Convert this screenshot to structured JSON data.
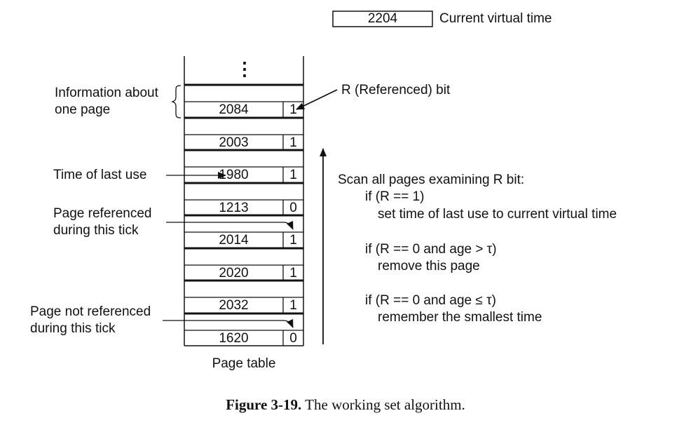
{
  "current_time": {
    "value": "2204",
    "label": "Current virtual time"
  },
  "page_table": {
    "ellipsis": "⋮",
    "rows": [
      {
        "time": "2084",
        "r": "1"
      },
      {
        "time": "2003",
        "r": "1"
      },
      {
        "time": "1980",
        "r": "1"
      },
      {
        "time": "1213",
        "r": "0"
      },
      {
        "time": "2014",
        "r": "1"
      },
      {
        "time": "2020",
        "r": "1"
      },
      {
        "time": "2032",
        "r": "1"
      },
      {
        "time": "1620",
        "r": "0"
      }
    ],
    "caption": "Page table"
  },
  "labels": {
    "info_line1": "Information about",
    "info_line2": "one page",
    "r_bit": "R (Referenced) bit",
    "time_last_use": "Time of last use",
    "page_ref_line1": "Page referenced",
    "page_ref_line2": "during this tick",
    "page_notref_line1": "Page not referenced",
    "page_notref_line2": "during this tick"
  },
  "algorithm": {
    "line1": "Scan all pages examining R bit:",
    "line2": "if (R == 1)",
    "line3": "set time of last use to current virtual time",
    "line4": "if (R == 0 and age > τ)",
    "line5": "remove this page",
    "line6": "if (R == 0 and age ≤ τ)",
    "line7": "remember the smallest time"
  },
  "figure": {
    "number": "Figure 3-19.",
    "title": "The working set algorithm."
  }
}
